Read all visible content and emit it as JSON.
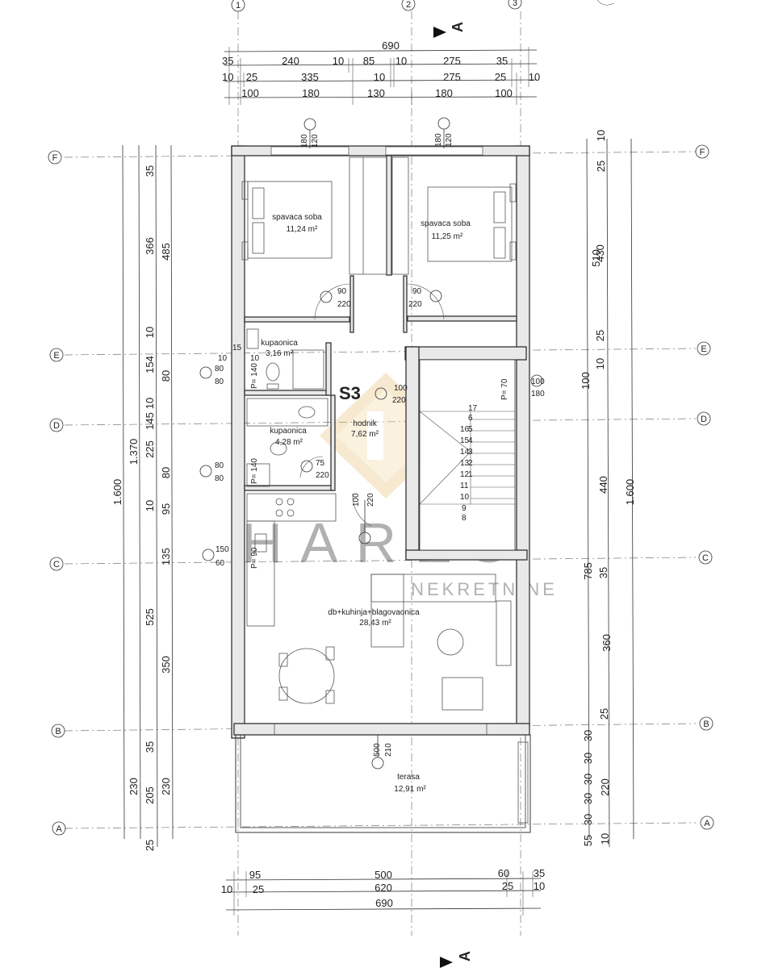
{
  "section_label": "A",
  "unit_label": "S3",
  "top_axes": [
    "1",
    "2",
    "3"
  ],
  "side_axes": [
    "F",
    "E",
    "D",
    "C",
    "B",
    "A"
  ],
  "top_dims": {
    "row1": [
      "690"
    ],
    "row2": [
      "35",
      "240",
      "10",
      "85",
      "10",
      "275",
      "35"
    ],
    "row3": [
      "10",
      "25",
      "335",
      "10",
      "275",
      "25",
      "10"
    ],
    "row4": [
      "100",
      "180",
      "130",
      "180",
      "100"
    ]
  },
  "bottom_dims": {
    "row1": [
      "95",
      "500",
      "60",
      "35"
    ],
    "row2": [
      "10",
      "25",
      "620",
      "25",
      "10"
    ],
    "row3": [
      "690"
    ]
  },
  "left_dims": {
    "outer": "1.600",
    "mid": "1.370",
    "col3": [
      "35",
      "366",
      "10",
      "154",
      "10",
      "145",
      "10",
      "95",
      "135",
      "525",
      "350",
      "35",
      "230",
      "205",
      "25"
    ],
    "col4": [
      "485",
      "80",
      "225",
      "80",
      "230"
    ]
  },
  "right_dims": {
    "outer": "1.600",
    "col1": [
      "510",
      "100",
      "440",
      "785",
      "360"
    ],
    "col2": [
      "10",
      "25",
      "430",
      "25",
      "10",
      "35",
      "25",
      "30",
      "30",
      "30",
      "220",
      "30",
      "30",
      "55",
      "10"
    ]
  },
  "rooms": [
    {
      "name": "spavaca soba",
      "area": "11,24 m²"
    },
    {
      "name": "spavaca soba",
      "area": "11,25 m²"
    },
    {
      "name": "kupaonica",
      "area": "3,16 m²"
    },
    {
      "name": "kupaonica",
      "area": "4,28 m²"
    },
    {
      "name": "hodnik",
      "area": "7,62 m²"
    },
    {
      "name": "db+kuhinja+blagovaonica",
      "area": "28,43 m²"
    },
    {
      "name": "terasa",
      "area": "12,91 m²"
    }
  ],
  "openings": [
    {
      "w": "180",
      "h": "120"
    },
    {
      "w": "180",
      "h": "120"
    },
    {
      "w": "90",
      "h": "220"
    },
    {
      "w": "90",
      "h": "220"
    },
    {
      "w": "100",
      "h": "220"
    },
    {
      "w": "100",
      "h": "180"
    },
    {
      "w": "80",
      "h": "80"
    },
    {
      "w": "80",
      "h": "80"
    },
    {
      "w": "75",
      "h": "220"
    },
    {
      "w": "100",
      "h": "220"
    },
    {
      "w": "150",
      "h": "60"
    },
    {
      "w": "500",
      "h": "210"
    }
  ],
  "parapets": [
    "P= 140",
    "P= 140",
    "P= 90",
    "P= 70"
  ],
  "wall_label": {
    "a": "15",
    "b": "10",
    "c": "10"
  },
  "stair_steps": [
    "17",
    "6",
    "5",
    "4",
    "3",
    "2",
    "1",
    "16",
    "15",
    "14",
    "13",
    "12",
    "11",
    "10",
    "9",
    "8"
  ],
  "watermark": {
    "letters": "HARES",
    "sub": "NEKRETNINE"
  }
}
